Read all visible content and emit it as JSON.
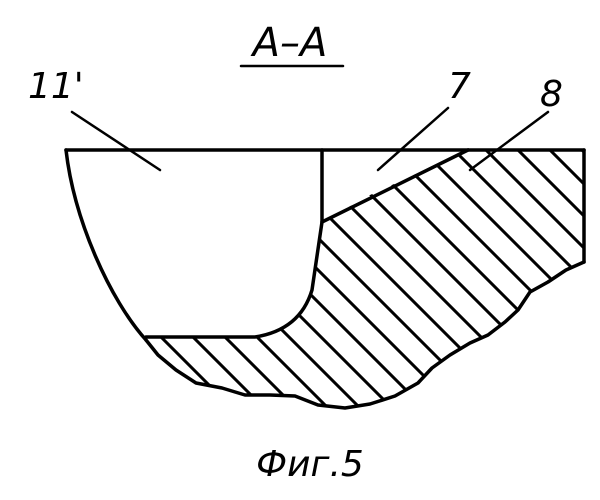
{
  "drawing": {
    "section_title": "A–A",
    "callouts": {
      "part_11": "11'",
      "part_7": "7",
      "part_8": "8"
    },
    "caption": "Фиг.5"
  }
}
